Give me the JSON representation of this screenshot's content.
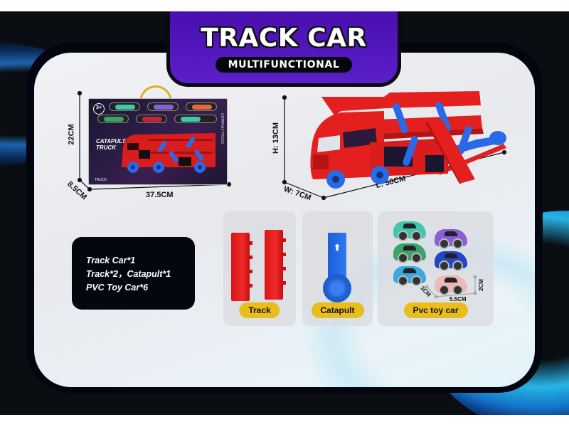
{
  "banner": {
    "title": "TRACK CAR",
    "subtitle": "MULTIFUNCTIONAL"
  },
  "package": {
    "age_label": "3+",
    "title_line1": "CATAPULT",
    "title_line2": "TRUCK",
    "side_text": "CATAPULT TRUCK",
    "footer_text": "TRUCK",
    "dimensions": {
      "height": "22CM",
      "depth": "8.5CM",
      "width": "37.5CM"
    }
  },
  "truck": {
    "dimensions": {
      "height": "H: 13CM",
      "width": "W: 7CM",
      "length": "L: 50CM"
    }
  },
  "contents": {
    "lines": [
      "Track Car*1",
      "Track*2，Catapult*1",
      "PVC Toy Car*6"
    ]
  },
  "accessories": [
    {
      "label": "Track",
      "color": "#e8bd1c"
    },
    {
      "label": "Catapult",
      "color": "#e8bd1c"
    },
    {
      "label": "Pvc toy car",
      "color": "#e8bd1c"
    }
  ],
  "toy_car_dimensions": {
    "depth": "3CM",
    "length": "5.5CM",
    "height": "2CM"
  },
  "toy_car_colors": [
    "#3fc7b0",
    "#8a5fd6",
    "#3aa36a",
    "#2545c9",
    "#3aa9e0",
    "#f0b9b4"
  ],
  "colors": {
    "banner_purple": "#5a1fc8",
    "truck_red": "#e3201e",
    "accent_blue": "#2a6ae6",
    "label_yellow": "#e8bd1c",
    "frame_dark": "#03060f"
  }
}
